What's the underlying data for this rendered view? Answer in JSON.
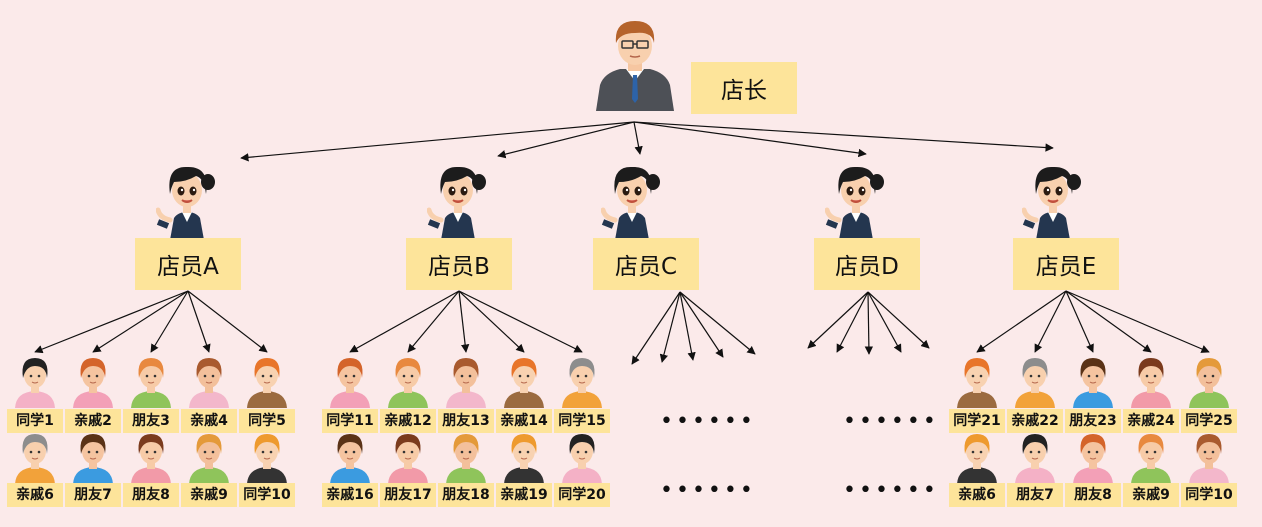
{
  "manager": {
    "label": "店长"
  },
  "clerks": [
    {
      "label": "店员A",
      "row1": [
        "同学1",
        "亲戚2",
        "朋友3",
        "亲戚4",
        "同学5"
      ],
      "row2": [
        "亲戚6",
        "朋友7",
        "朋友8",
        "亲戚9",
        "同学10"
      ]
    },
    {
      "label": "店员B",
      "row1": [
        "同学11",
        "亲戚12",
        "朋友13",
        "亲戚14",
        "同学15"
      ],
      "row2": [
        "亲戚16",
        "朋友17",
        "朋友18",
        "亲戚19",
        "同学20"
      ]
    },
    {
      "label": "店员C",
      "row1": [],
      "row2": [],
      "ellipsis": "••••••"
    },
    {
      "label": "店员D",
      "row1": [],
      "row2": [],
      "ellipsis": "••••••"
    },
    {
      "label": "店员E",
      "row1": [
        "同学21",
        "亲戚22",
        "朋友23",
        "亲戚24",
        "同学25"
      ],
      "row2": [
        "亲戚6",
        "朋友7",
        "朋友8",
        "亲戚9",
        "同学10"
      ]
    }
  ],
  "colors": {
    "background": "#fbeaea",
    "label_fill": "#fde49a",
    "arrow": "#111111"
  },
  "icons": {
    "manager": "businessman-icon",
    "clerk": "clerk-woman-icon",
    "contact": "person-avatar-icon"
  }
}
